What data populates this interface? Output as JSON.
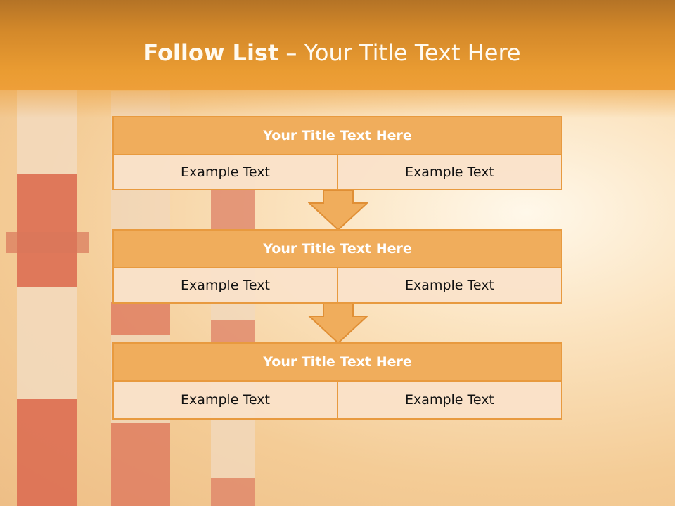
{
  "slide": {
    "title_bold": "Follow List",
    "title_rest": " – Your Title Text Here"
  },
  "blocks": [
    {
      "title": "Your Title Text Here",
      "left": "Example Text",
      "right": "Example Text"
    },
    {
      "title": "Your Title Text Here",
      "left": "Example Text",
      "right": "Example Text"
    },
    {
      "title": "Your Title Text Here",
      "left": "Example Text",
      "right": "Example Text"
    }
  ],
  "colors": {
    "header": "#ea9c32",
    "box_title": "#f0ad5c",
    "box_cell": "#fae2ca",
    "border": "#e89a3f"
  }
}
